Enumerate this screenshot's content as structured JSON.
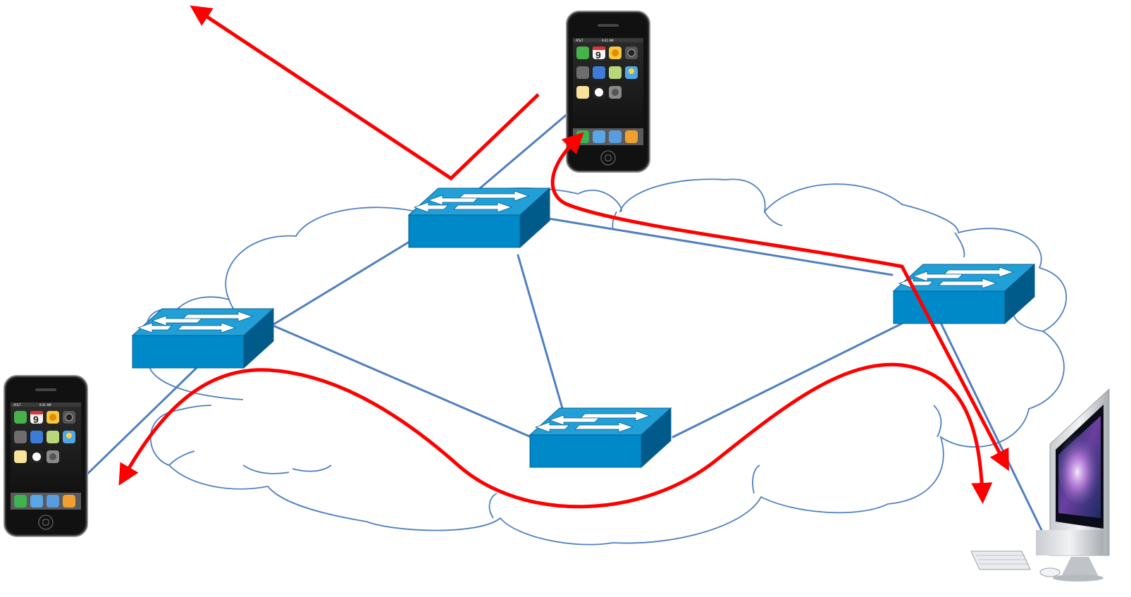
{
  "diagram": {
    "nodes": [
      {
        "id": "phone-top",
        "kind": "smartphone",
        "icon": "iphone-icon"
      },
      {
        "id": "phone-left",
        "kind": "smartphone",
        "icon": "iphone-icon"
      },
      {
        "id": "imac",
        "kind": "desktop-computer",
        "icon": "imac-icon"
      },
      {
        "id": "switch-top",
        "kind": "network-switch",
        "icon": "switch-icon"
      },
      {
        "id": "switch-left",
        "kind": "network-switch",
        "icon": "switch-icon"
      },
      {
        "id": "switch-bottom",
        "kind": "network-switch",
        "icon": "switch-icon"
      },
      {
        "id": "switch-right",
        "kind": "network-switch",
        "icon": "switch-icon"
      }
    ],
    "links": [
      {
        "from": "switch-top",
        "to": "switch-left"
      },
      {
        "from": "switch-top",
        "to": "switch-bottom"
      },
      {
        "from": "switch-top",
        "to": "switch-right"
      },
      {
        "from": "switch-left",
        "to": "switch-bottom"
      },
      {
        "from": "switch-bottom",
        "to": "switch-right"
      },
      {
        "from": "switch-top",
        "to": "phone-top"
      },
      {
        "from": "switch-left",
        "to": "phone-left"
      },
      {
        "from": "switch-right",
        "to": "imac"
      }
    ],
    "flows": [
      {
        "name": "blocked-path",
        "path": [
          "outside",
          "switch-top"
        ],
        "style": "bent arrow"
      },
      {
        "name": "path-top",
        "path": [
          "imac",
          "switch-right",
          "switch-top",
          "phone-top"
        ],
        "style": "double-headed"
      },
      {
        "name": "path-bottom",
        "path": [
          "phone-left",
          "switch-bottom",
          "imac"
        ],
        "style": "double-headed"
      }
    ],
    "status_bar": {
      "carrier": "AT&T",
      "time": "9:41 AM"
    },
    "calendar_day": "9",
    "colors": {
      "link": "#4f7fc0",
      "flow_arrow": "#ff0000",
      "cloud_outline": "#4f7fc0",
      "switch_top_face": "#21a0d8",
      "switch_front_face": "#0089c9",
      "switch_side_face": "#005a8a",
      "phone_body": "#1a1a1a"
    }
  }
}
